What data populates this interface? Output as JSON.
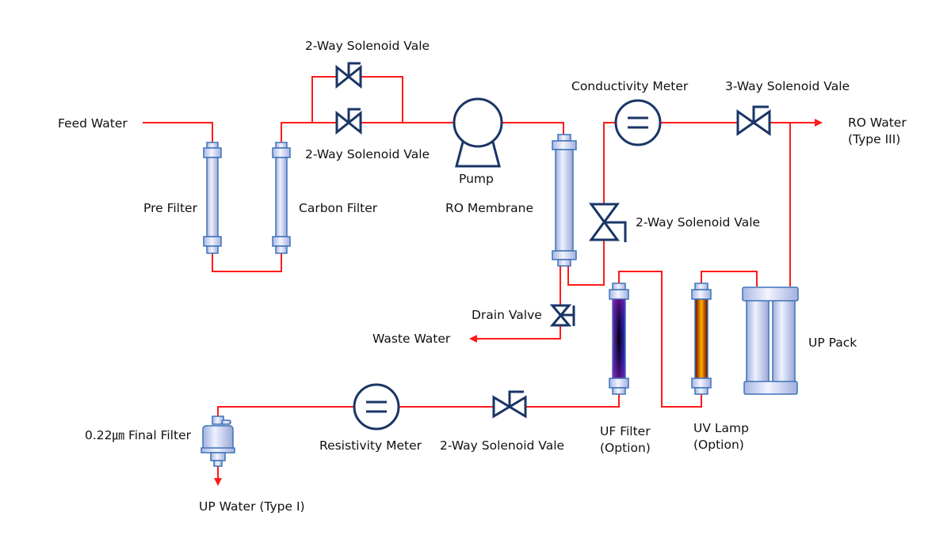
{
  "diagram": {
    "labels": {
      "feed_water": "Feed Water",
      "pre_filter": "Pre Filter",
      "carbon_filter": "Carbon Filter",
      "valve_bypass_top": "2-Way Solenoid Vale",
      "valve_bypass_bottom": "2-Way Solenoid Vale",
      "pump": "Pump",
      "ro_membrane": "RO Membrane",
      "conductivity_meter": "Conductivity Meter",
      "three_way_valve": "3-Way Solenoid Vale",
      "ro_water_line1": "RO Water",
      "ro_water_line2": "(Type III)",
      "valve_recirc": "2-Way Solenoid Vale",
      "drain_valve": "Drain Valve",
      "waste_water": "Waste Water",
      "up_pack": "UP Pack",
      "uf_filter_line1": "UF Filter",
      "uf_filter_line2": "(Option)",
      "uv_lamp_line1": "UV Lamp",
      "uv_lamp_line2": "(Option)",
      "valve_final": "2-Way Solenoid Vale",
      "resistivity_meter": "Resistivity Meter",
      "final_filter": "0.22㎛ Final Filter",
      "up_water": "UP Water (Type I)"
    },
    "colors": {
      "pipe": "#ff1a1a",
      "symbol": "#1a3566",
      "filter_body": "#c9d3f2",
      "filter_outline": "#3f73b8"
    }
  }
}
